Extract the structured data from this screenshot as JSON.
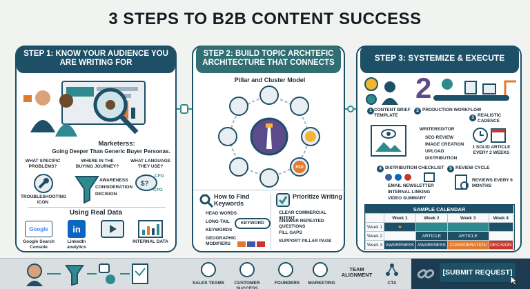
{
  "title": "3 STEPS TO B2B CONTENT SUCCESS",
  "step1": {
    "heading": "STEP 1: KNOW YOUR AUDIENCE YOU ARE WRITING FOR",
    "marketers": "Marketerss:",
    "marketers_sub": "Going Deeper Than Generic Buyer Personas.",
    "q1": "WHAT SPECIFIC PROBLEMS?",
    "q2": "WHERE IN THE BUYING JOURNEY?",
    "q3": "WHAT LANGUAGE THEY USE?",
    "troubleshooting": "TROUBLESHOOTING ICON",
    "funnel": [
      "AWARENESS",
      "CONSIDERATION",
      "DECISION"
    ],
    "cfo": "CFO",
    "real_data": "Using Real Data",
    "sources": [
      "Google Search Console",
      "LinkedIn analytics",
      "",
      "INTERNAL DATA"
    ],
    "google_logo": "Google",
    "linkedin_logo": "in"
  },
  "step2": {
    "heading": "STEP 2: BUILD TOPIC ARCHTEFIC ARCHITECTURE THAT CONNECTS",
    "model": "Pillar and Cluster Model",
    "roi": "ROI",
    "find_title": "How to Find Keywords",
    "find_items": [
      "HEAD WORDS",
      "LONG-TAIL",
      "KEYWORDS",
      "GEOGRAPHIC MODIFIERS"
    ],
    "keyword": "KEYWORD",
    "prio_title": "Prioritize Writing",
    "prio_items": [
      "CLEAR COMMERCIAL INTENT",
      "ANSWER REPEATED QUESTIONS",
      "FILL GAPS",
      "SUPPORT PILLAR PAGE"
    ]
  },
  "step3": {
    "heading": "STEP 3: SYSTEMIZE & EXECUTE",
    "big_number": "2",
    "b1": "CONTENT BRIEF TEMPLATE",
    "b2": "PRODUCTION WORKFLOW",
    "b3": "REALISTIC CADENCE",
    "n1": "1",
    "n2": "2",
    "n3": "3",
    "n4": "4",
    "n5": "5",
    "workflow": [
      "WRITER",
      "EDITOR",
      "SEO REVIEW",
      "IMAGE CREATION",
      "UPLOAD",
      "DISTRIBUTION"
    ],
    "cadence": "1 SOLID ARTICLE EVERY 2 WEEKS",
    "dist_title": "DISTRIBUTION CHECKLIST",
    "dist_items": [
      "EMAIL NEWSLETTER",
      "INTERNAL LINKING",
      "VIDEO SUMMARY"
    ],
    "review_title": "REVIEW CYCLE",
    "review_text": "REVIEWS EVERY 6 MONTHS",
    "cal_title": "SAMPLE CALENDAR",
    "cal_cols": [
      "Week 1",
      "Week 2",
      "Week 3",
      "Week 4"
    ],
    "cal_rows": [
      "Week 1",
      "Week 2",
      "Week 3"
    ],
    "cal_cells": [
      [
        "",
        "ARTICLE",
        "ARTICLE",
        ""
      ],
      [
        "",
        "",
        "",
        ""
      ],
      [
        "AWARENESS",
        "AWARENESS",
        "CONSIDERATION",
        "DECISION"
      ]
    ]
  },
  "bottom": {
    "teams": [
      "SALES TEAMS",
      "CUSTOMER SUCCESS",
      "FOUNDERS",
      "MARKETING"
    ],
    "alignment": "TEAM ALIGNMENT",
    "cta_label": "CTA",
    "submit": "[SUBMIT REQUEST]"
  },
  "colors": {
    "navy": "#1d4f66",
    "teal": "#2f8a8f",
    "orange": "#e07a2e",
    "yellow": "#f2b632",
    "red": "#c8372d",
    "purple": "#5b4b8a"
  }
}
